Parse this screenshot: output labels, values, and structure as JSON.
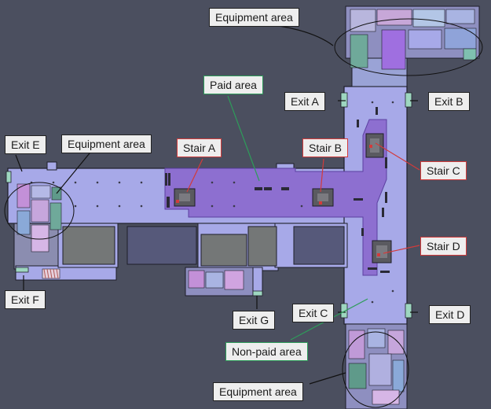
{
  "labels": {
    "equipment_top": "Equipment area",
    "equipment_left": "Equipment area",
    "equipment_bottom": "Equipment area",
    "paid_area": "Paid area",
    "non_paid_area": "Non-paid area",
    "exit_a": "Exit A",
    "exit_b": "Exit B",
    "exit_c": "Exit C",
    "exit_d": "Exit D",
    "exit_e": "Exit E",
    "exit_f": "Exit F",
    "exit_g": "Exit G",
    "stair_a": "Stair A",
    "stair_b": "Stair B",
    "stair_c": "Stair C",
    "stair_d": "Stair D"
  },
  "colors": {
    "background": "#4b4f5f",
    "paid_area": "#8d6fd0",
    "non_paid_area": "#a7a9e8",
    "stair_box": "#d23b3b",
    "paid_box": "#2e9c5a",
    "label_box": "#eeeeee"
  }
}
